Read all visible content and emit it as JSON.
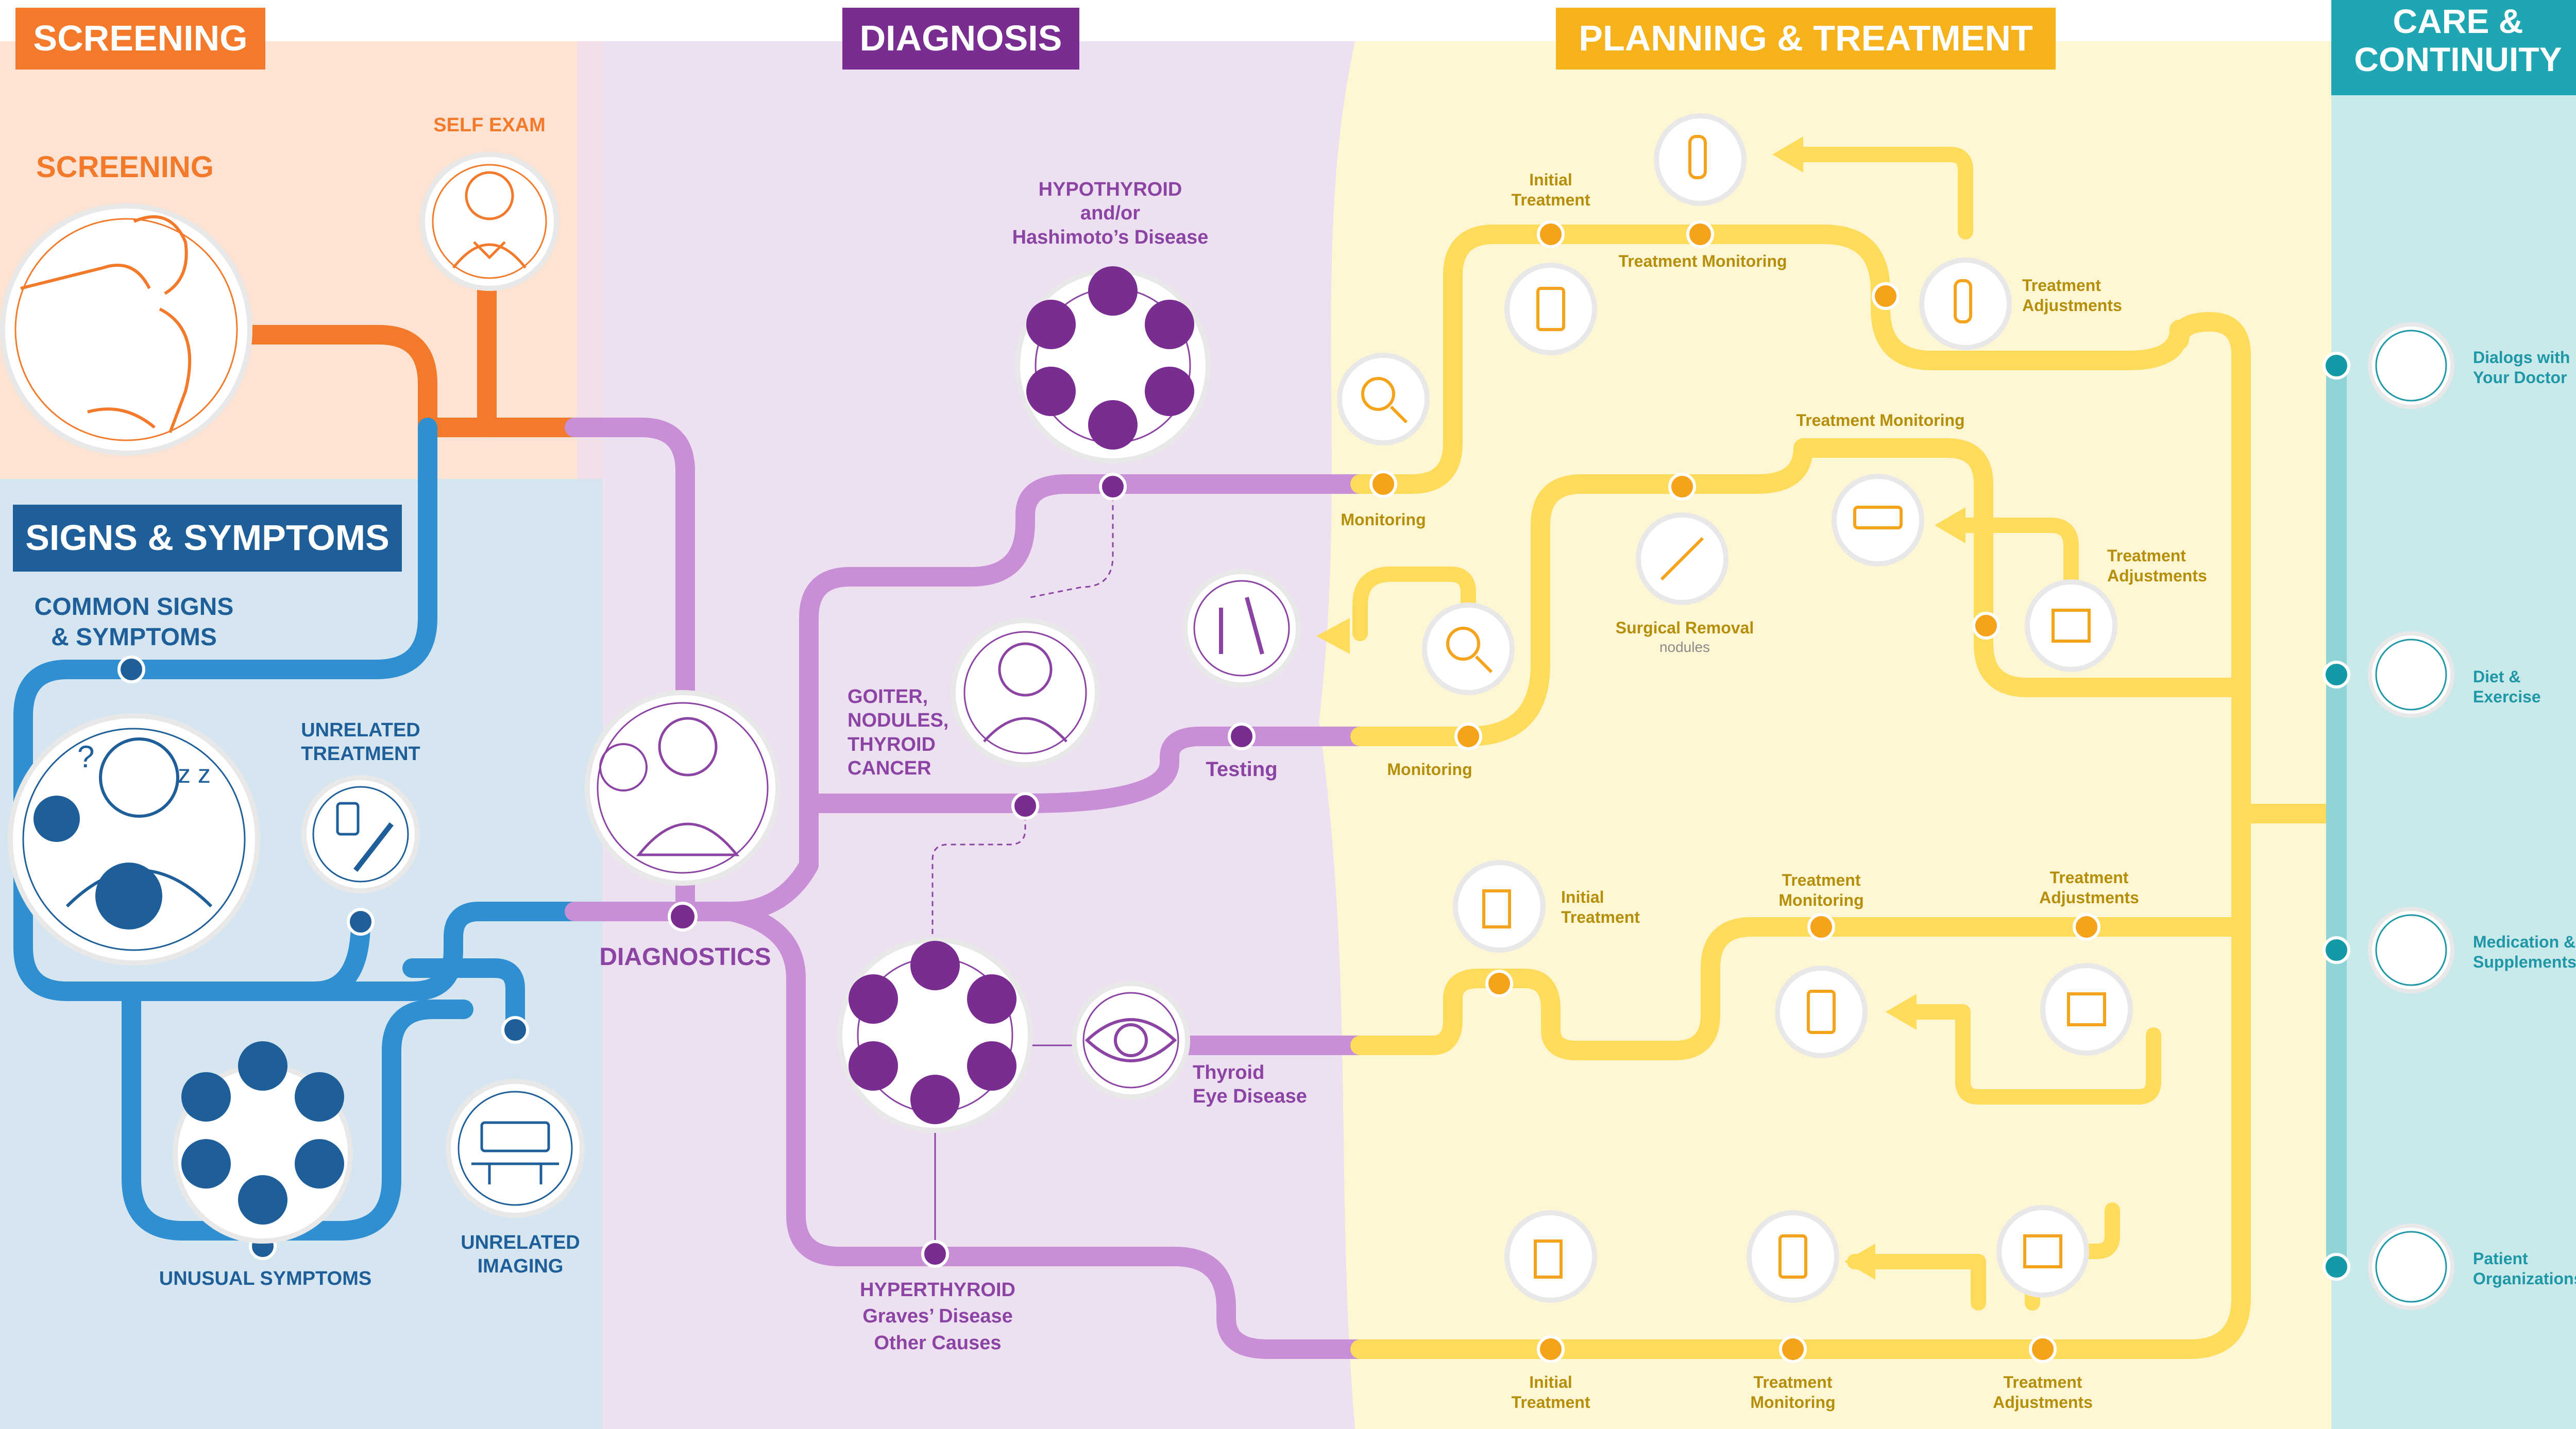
{
  "sections": {
    "screening": "SCREENING",
    "diagnosis": "DIAGNOSIS",
    "planning": "PLANNING & TREATMENT",
    "care": "CARE &\nCONTINUITY",
    "signs": "SIGNS & SYMPTOMS"
  },
  "screening": {
    "title": "SCREENING",
    "self_exam": "SELF EXAM"
  },
  "signs": {
    "common": "COMMON SIGNS\n& SYMPTOMS",
    "unrelated_treatment": "UNRELATED\nTREATMENT",
    "unusual": "UNUSUAL SYMPTOMS",
    "unrelated_imaging": "UNRELATED\nIMAGING"
  },
  "diagnosis": {
    "diagnostics": "DIAGNOSTICS",
    "hypothyroid": "HYPOTHYROID\nand/or\nHashimoto’s Disease",
    "goiter": "GOITER,\nNODULES,\nTHYROID\nCANCER",
    "testing": "Testing",
    "thyroid_eye": "Thyroid\nEye Disease",
    "hyperthyroid": "HYPERTHYROID\nGraves’ Disease\nOther Causes"
  },
  "treatment": {
    "initial_1": "Initial\nTreatment",
    "monitoring_1": "Treatment Monitoring",
    "adjust_1": "Treatment\nAdjustments",
    "monitoring_a": "Monitoring",
    "monitoring_2": "Treatment Monitoring",
    "surgical": "Surgical Removal",
    "surgical_sub": "nodules",
    "adjust_2": "Treatment\nAdjustments",
    "monitoring_b": "Monitoring",
    "initial_3": "Initial\nTreatment",
    "monitoring_3": "Treatment\nMonitoring",
    "adjust_3": "Treatment\nAdjustments",
    "initial_4": "Initial\nTreatment",
    "monitoring_4": "Treatment\nMonitoring",
    "adjust_4": "Treatment\nAdjustments"
  },
  "care": {
    "dialogs": "Dialogs with\nYour Doctor",
    "diet": "Diet &\nExercise",
    "medication": "Medication &\nSupplements",
    "patient_org": "Patient\nOrganizations"
  },
  "colors": {
    "screening_bg": "#fde3d3",
    "signs_bg": "#d6e6f1",
    "diagnosis_bg": "#ede0f0",
    "planning_bg": "#fff6d3",
    "care_bg": "#c9e9ea",
    "orange": "#f47a2b",
    "blue": "#2f8fd1",
    "purple": "#c98fd6",
    "yellow": "#fddc5c",
    "teal": "#8fd4d6"
  },
  "icons": [
    "doctor-exam-icon",
    "self-exam-icon",
    "symptoms-person-icon",
    "medication-syringe-icon",
    "unusual-symptoms-cluster-icon",
    "imaging-scanner-icon",
    "doctor-diagnostics-icon",
    "hypothyroid-cluster-icon",
    "goiter-patient-icon",
    "testing-tubes-icon",
    "hyperthyroid-cluster-icon",
    "eye-icon",
    "magnifier-icon",
    "pill-bottle-icon",
    "blood-test-icon",
    "surgery-scalpel-icon",
    "hospital-icon",
    "adjustment-icon",
    "dialog-doctor-icon",
    "dumbbell-apple-icon",
    "supplements-icon",
    "organization-icon"
  ]
}
